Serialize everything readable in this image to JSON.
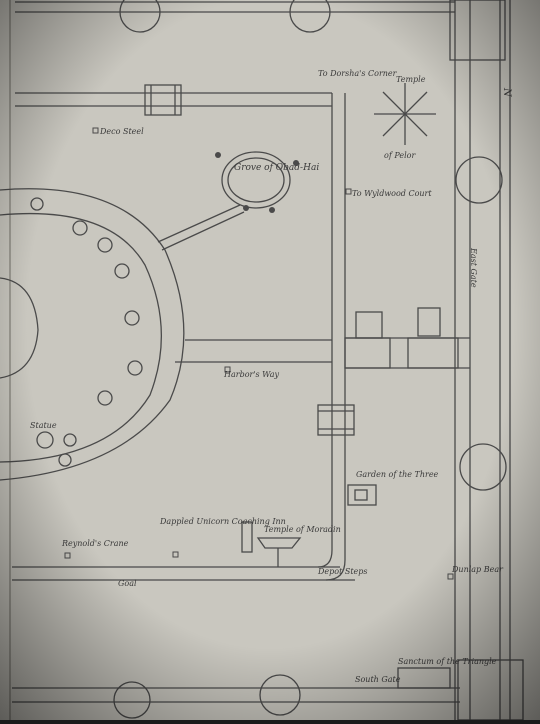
{
  "map": {
    "labels": {
      "deco_steel": "Deco Steel",
      "grove": "Grove of Obad-Hai",
      "temple_pelor_top": "Temple",
      "temple_pelor_bottom": "of Pelor",
      "dorshe_corner": "To Dorsha's Corner",
      "wyldwood_court": "To Wyldwood Court",
      "east_gate": "East Gate",
      "harbors_way": "Harbor's Way",
      "garden_of_the_three": "Garden of the Three",
      "dappled_unicorn": "Dappled Unicorn Coaching Inn",
      "temple_moradin": "Temple of Moradin",
      "reynolds_crane": "Reynold's Crane",
      "goal": "Goal",
      "dunlap_bear": "Dunlap Bear",
      "south_gate": "South Gate",
      "sanctum": "Sanctum of the Triangle",
      "depot_steps": "Depot Steps",
      "statue": "Statue",
      "north": "N"
    },
    "colors": {
      "paper": "#c9c7bf",
      "ink": "#4a4a4a",
      "shadow": "#1b1b1b"
    }
  }
}
